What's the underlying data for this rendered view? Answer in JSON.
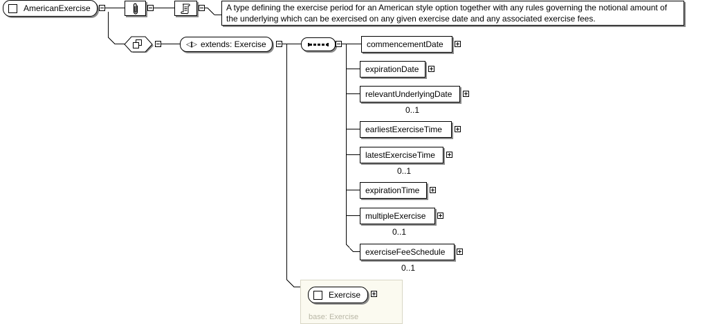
{
  "root_type": {
    "name": "AmericanExercise"
  },
  "documentation": {
    "line1": "A type defining the exercise period for an American style option together with any rules governing the notional amount of",
    "line2": "the underlying which can be exercised on any given exercise date and any associated exercise fees."
  },
  "extension": {
    "label": "extends: Exercise"
  },
  "elements": [
    {
      "name": "commencementDate",
      "occurrence": ""
    },
    {
      "name": "expirationDate",
      "occurrence": ""
    },
    {
      "name": "relevantUnderlyingDate",
      "occurrence": "0..1"
    },
    {
      "name": "earliestExerciseTime",
      "occurrence": ""
    },
    {
      "name": "latestExerciseTime",
      "occurrence": "0..1"
    },
    {
      "name": "expirationTime",
      "occurrence": ""
    },
    {
      "name": "multipleExercise",
      "occurrence": "0..1"
    },
    {
      "name": "exerciseFeeSchedule",
      "occurrence": "0..1"
    }
  ],
  "base_type": {
    "name": "Exercise",
    "base_label": "base: Exercise"
  },
  "icons": {
    "type": "complex-type-square-icon",
    "appinfo": "paperclip-icon",
    "documentation": "scroll-icon",
    "complex_content": "overlapping-squares-icon",
    "extension": "extension-arrows-icon",
    "sequence": "sequence-dots-icon",
    "toggle_collapse": "minus-icon",
    "toggle_expand": "plus-icon"
  }
}
